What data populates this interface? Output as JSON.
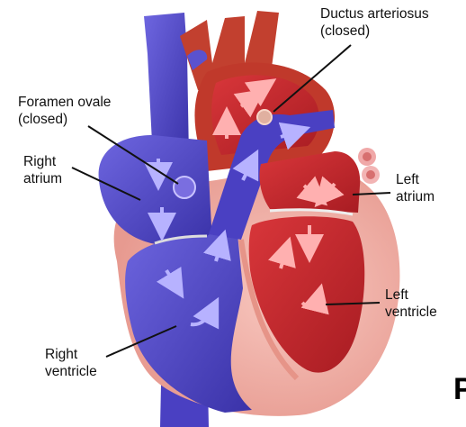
{
  "labels": {
    "ductus": [
      "Ductus arteriosus",
      "(closed)"
    ],
    "foramen": [
      "Foramen ovale",
      "(closed)"
    ],
    "right_atrium": [
      "Right",
      "atrium"
    ],
    "left_atrium": [
      "Left",
      "atrium"
    ],
    "left_ventricle": [
      "Left",
      "ventricle"
    ],
    "right_ventricle": [
      "Right",
      "ventricle"
    ]
  },
  "page_letter": "P",
  "colors": {
    "deoxygenated": "#4e44c9",
    "oxygenated": "#c7272d",
    "myocardium": "#f2b3ad",
    "artery_outer": "#c2402f",
    "flow_arrow_light": "#ffb0b0",
    "flow_arrow_blue": "#b7b2ff"
  }
}
